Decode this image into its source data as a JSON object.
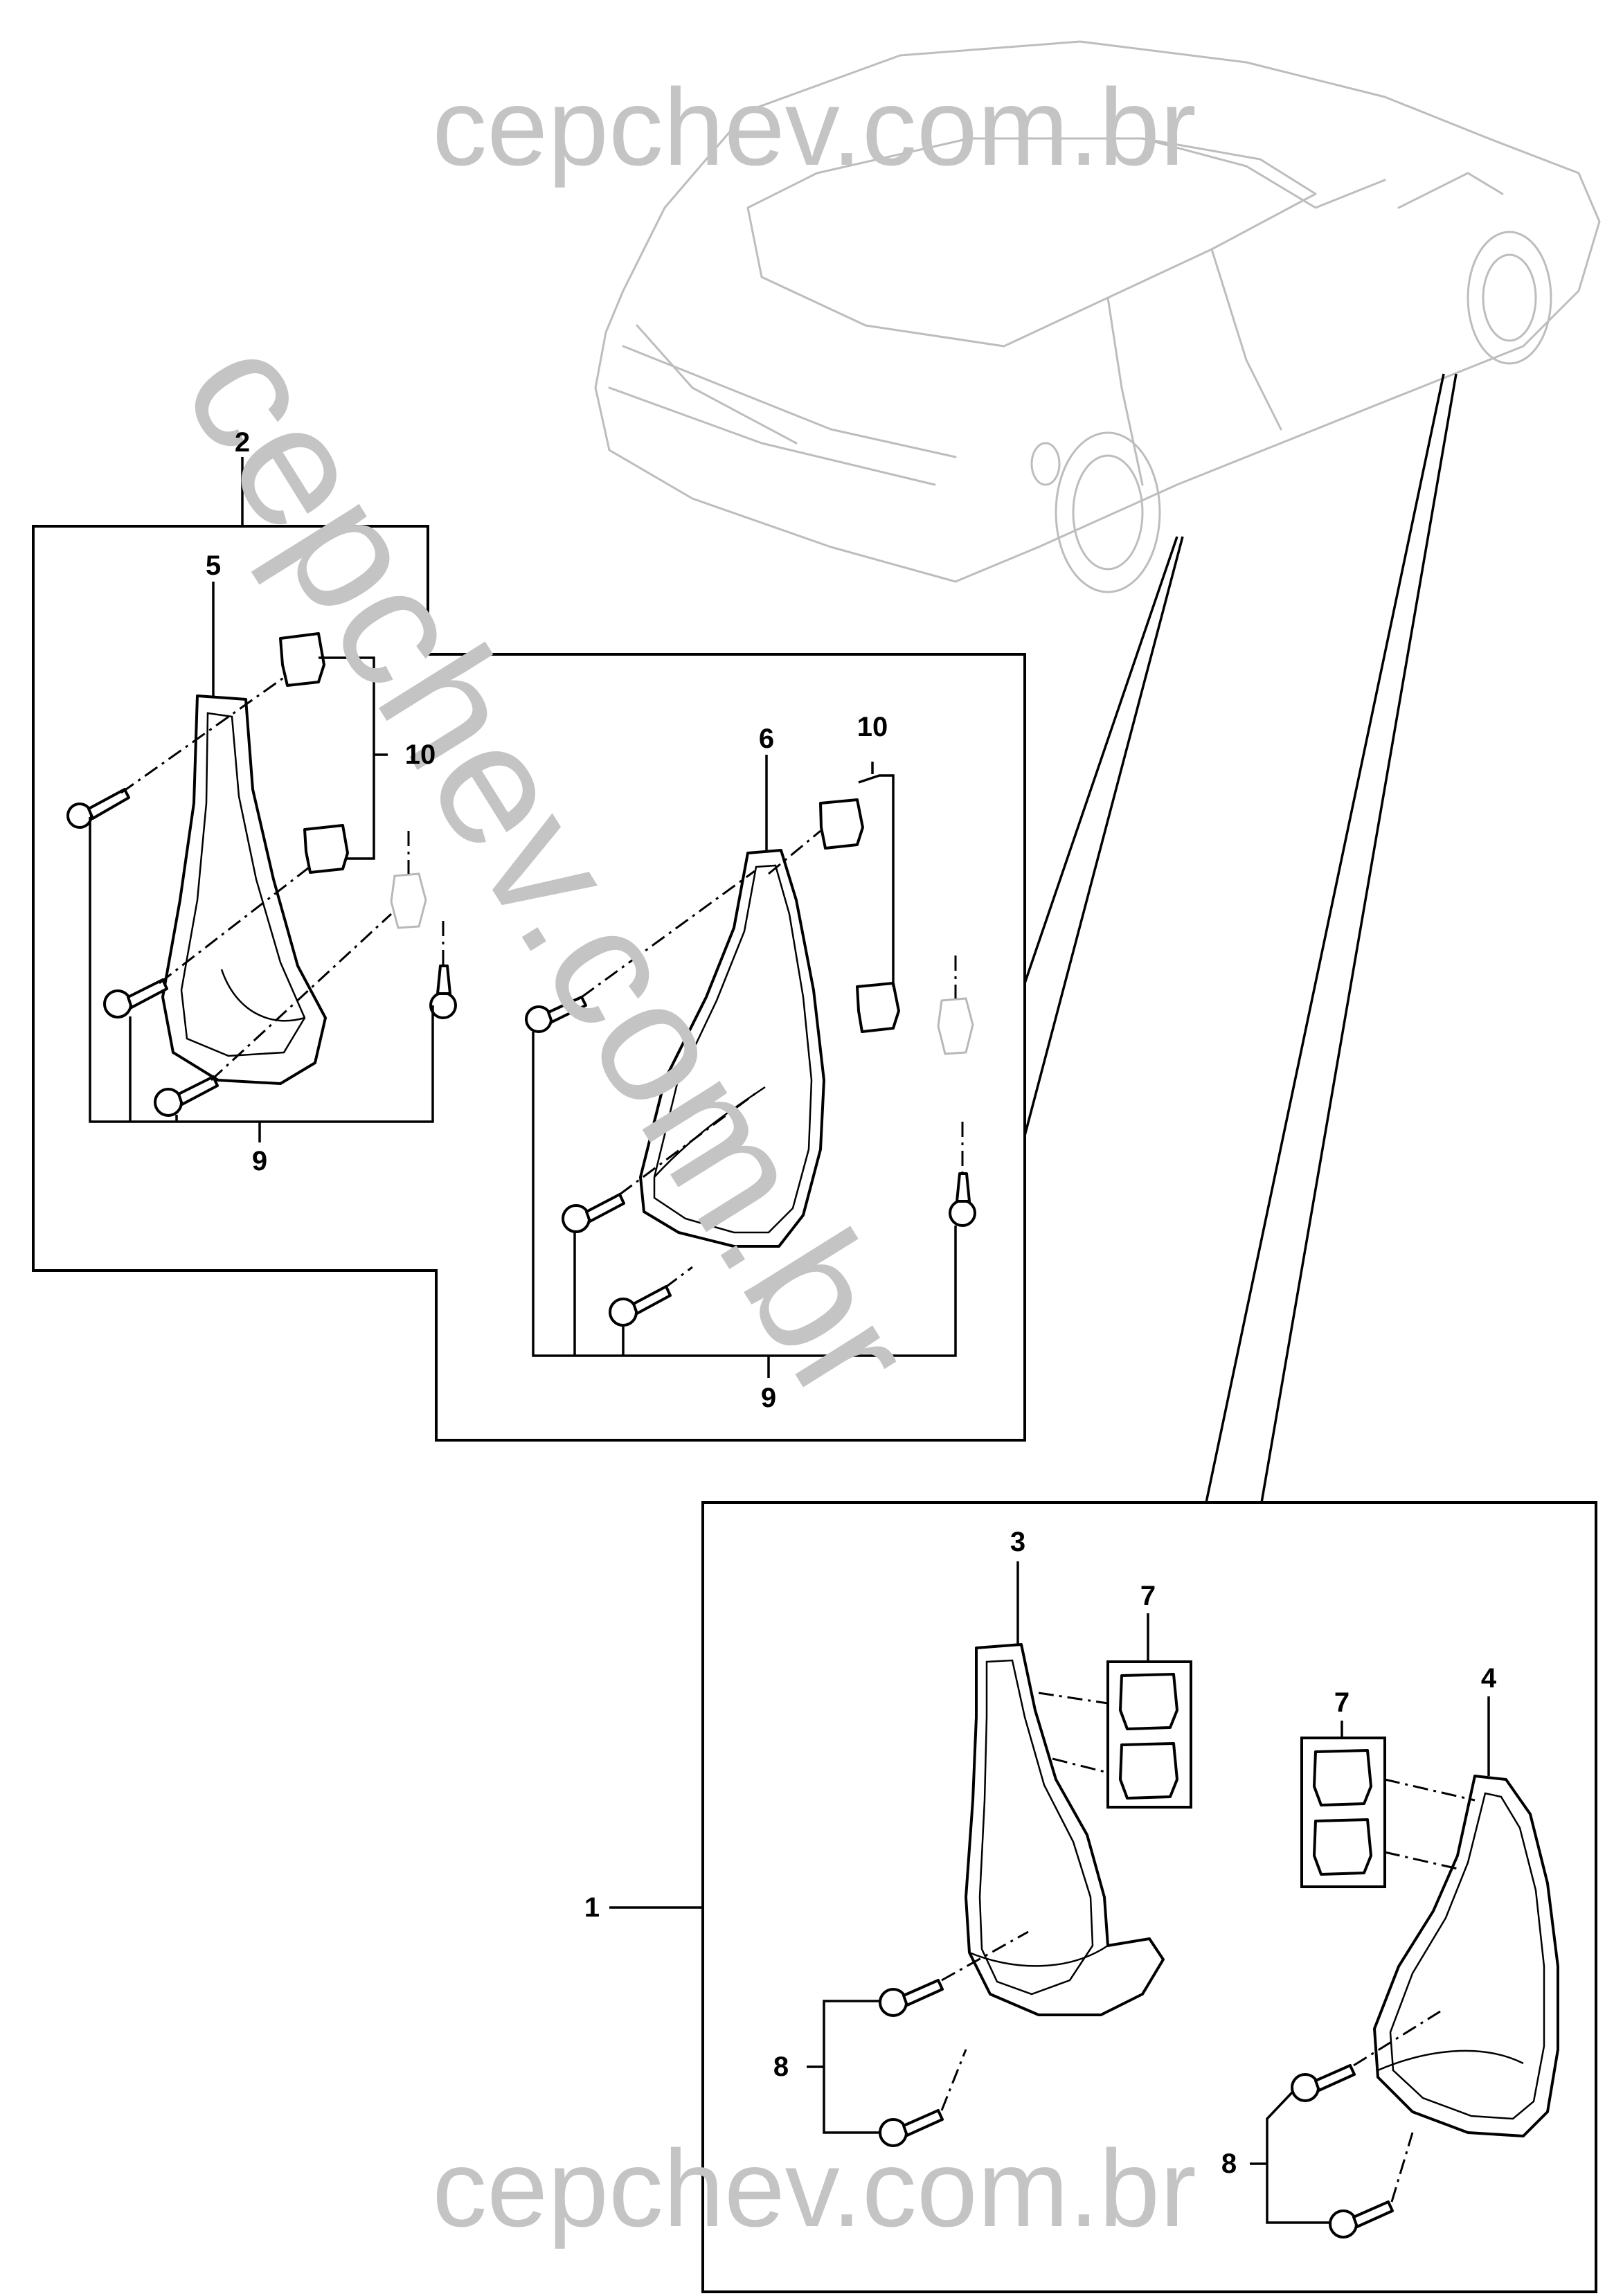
{
  "watermark": {
    "top": "cepchev.com.br",
    "diagonal": "cepchev.com.br",
    "bottom": "cepchev.com.br"
  },
  "callouts": {
    "c1": "1",
    "c2": "2",
    "c3": "3",
    "c4": "4",
    "c5": "5",
    "c6": "6",
    "c7a": "7",
    "c7b": "7",
    "c8a": "8",
    "c8b": "8",
    "c9a": "9",
    "c9b": "9",
    "c10a": "10",
    "c10b": "10"
  },
  "colors": {
    "line": "#000000",
    "watermark": "#c4c4c4",
    "car_outline": "#bdbdbd",
    "background": "#ffffff"
  }
}
